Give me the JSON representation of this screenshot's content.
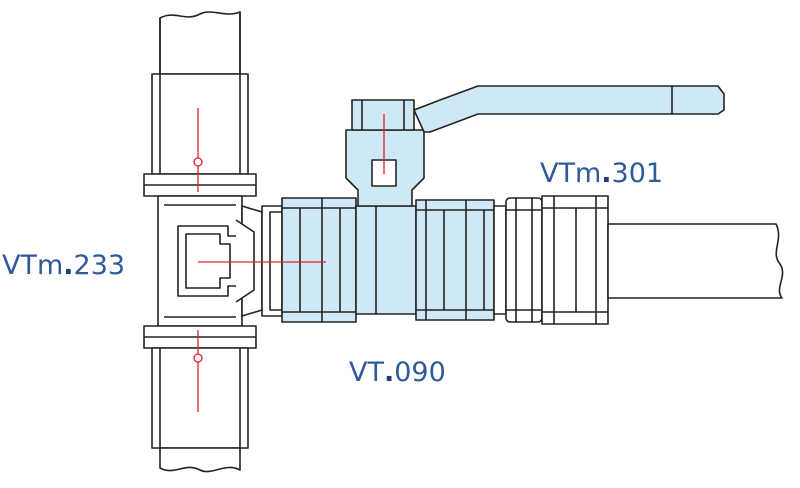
{
  "labels": {
    "tee": {
      "prefix": "VTm",
      "dot": ".",
      "code": "233"
    },
    "valve": {
      "prefix": "VT",
      "dot": ".",
      "code": "090"
    },
    "coupling": {
      "prefix": "VTm",
      "dot": ".",
      "code": "301"
    }
  },
  "colors": {
    "outline": "#222222",
    "valve_fill": "#cfe8f5",
    "axis_line": "#e0202a",
    "label_text": "#2f5a9a",
    "label_dot": "#1b3f7a",
    "background": "#ffffff"
  }
}
